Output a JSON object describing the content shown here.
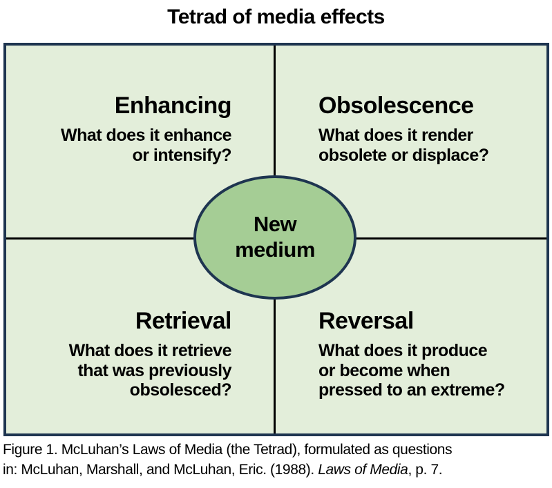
{
  "title": "Tetrad of media effects",
  "center": {
    "label": "New\nmedium"
  },
  "quadrants": [
    {
      "name": "Enhancing",
      "question": "What does it enhance\nor intensify?"
    },
    {
      "name": "Obsolescence",
      "question": "What does it render\nobsolete or displace?"
    },
    {
      "name": "Retrieval",
      "question": "What does it retrieve\nthat was previously\nobsolesced?"
    },
    {
      "name": "Reversal",
      "question": "What does it produce\nor become when\npressed to an extreme?"
    }
  ],
  "caption": {
    "line1": "Figure 1. McLuhan’s Laws of Media (the Tetrad), formulated as questions",
    "line2_prefix": "in: McLuhan, Marshall, and McLuhan, Eric. (1988). ",
    "line2_italic": "Laws of Media",
    "line2_suffix": ", p. 7."
  },
  "colors": {
    "quadrant_fill": "#e3eeda",
    "ellipse_fill": "#a5cd95",
    "border_navy": "#1e3550",
    "divider_black": "#000000"
  }
}
